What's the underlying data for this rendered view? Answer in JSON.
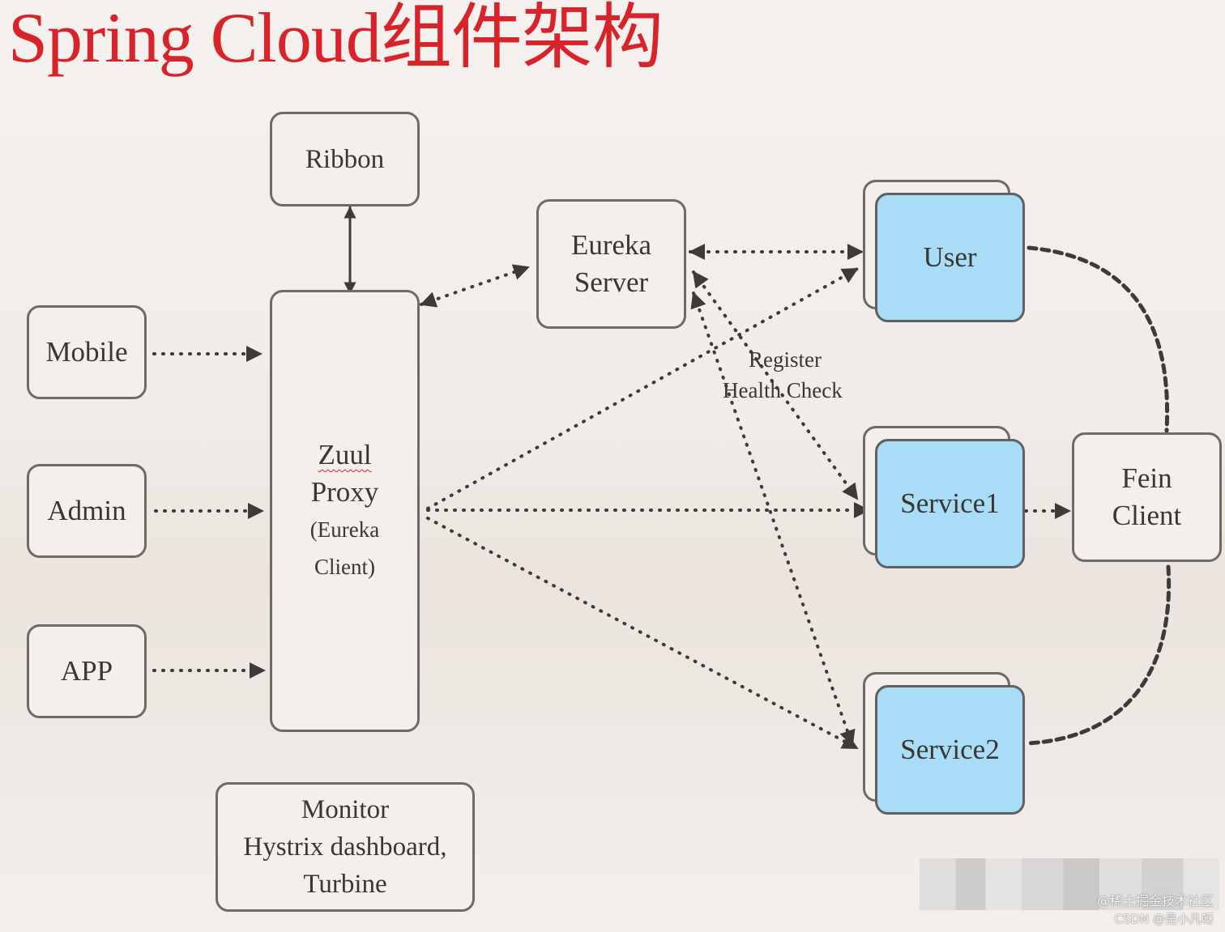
{
  "title": "Spring Cloud组件架构",
  "nodes": {
    "ribbon": "Ribbon",
    "mobile": "Mobile",
    "admin": "Admin",
    "app": "APP",
    "zuul": {
      "line1": "Zuul",
      "line2": "Proxy",
      "line3": "(Eureka",
      "line4": "Client)"
    },
    "eureka_server": {
      "line1": "Eureka",
      "line2": "Server"
    },
    "user": "User",
    "service1": "Service1",
    "service2": "Service2",
    "fein_client": {
      "line1": "Fein",
      "line2": "Client"
    },
    "monitor": {
      "line1": "Monitor",
      "line2": "Hystrix dashboard,",
      "line3": "Turbine"
    }
  },
  "edge_labels": {
    "register": "Register",
    "health_check": "Health Check"
  },
  "watermark": {
    "line1": "@稀土掘金技术社区",
    "line2": "CSDN @是小凡呀"
  },
  "colors": {
    "title": "#d8232a",
    "service_fill": "#a9dcf6",
    "border": "#6f6a66",
    "arrow": "#3d3a38"
  }
}
